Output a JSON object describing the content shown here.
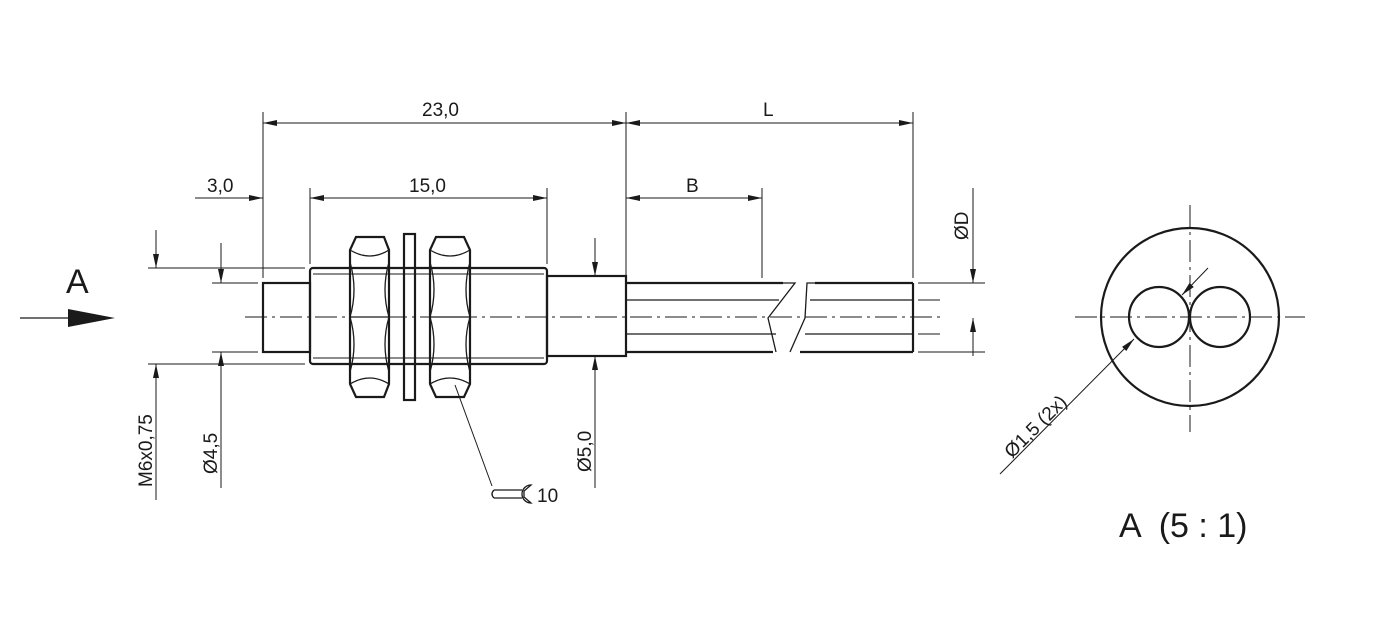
{
  "dimensions": {
    "overall_length": "23,0",
    "cable_length": "L",
    "cap_length": "3,0",
    "thread_length": "15,0",
    "bend_length": "B",
    "cable_diameter": "ØD",
    "thread": "M6x0,75",
    "cap_diameter": "Ø4,5",
    "body_diameter": "Ø5,0",
    "wrench_size": "10",
    "lens_diameter": "Ø1,5 (2x)"
  },
  "view": {
    "arrow_label": "A",
    "detail_label": "A  (5 : 1)"
  },
  "icons": {
    "wrench": "wrench-icon"
  }
}
